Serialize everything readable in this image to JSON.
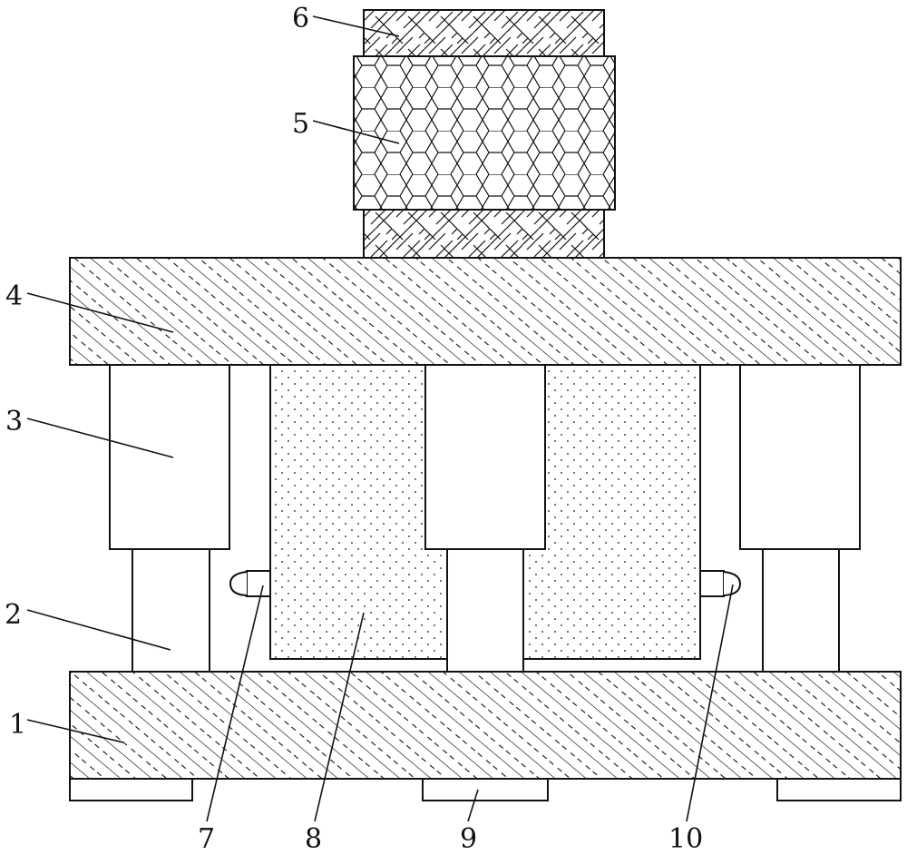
{
  "labels": {
    "base_plate": "1",
    "lower_column": "2",
    "upper_sleeve": "3",
    "top_plate": "4",
    "knurled_grip": "5",
    "shaft": "6",
    "side_pin": "7",
    "filler_block": "8",
    "foot_pad": "9",
    "side_knob": "10"
  },
  "colors": {
    "line": "#111111",
    "fill": "#ffffff"
  }
}
